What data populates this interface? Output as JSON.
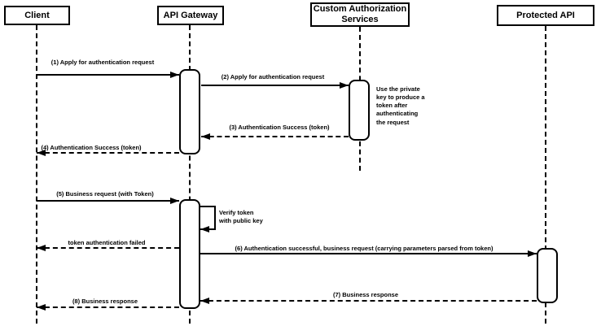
{
  "diagram": {
    "kind": "uml-sequence-diagram",
    "colors": {
      "stroke": "#000000",
      "fill": "#ffffff",
      "text": "#000000",
      "background": "#ffffff"
    },
    "actors": [
      {
        "id": "client",
        "label": "Client"
      },
      {
        "id": "api-gateway",
        "label": "API Gateway"
      },
      {
        "id": "custom-authorization-services",
        "label": "Custom Authorization Services"
      },
      {
        "id": "protected-api",
        "label": "Protected API"
      }
    ],
    "messages": [
      {
        "from": "Client",
        "to": "API Gateway",
        "line": "solid",
        "label": "(1) Apply for authentication request"
      },
      {
        "from": "API Gateway",
        "to": "Custom Authorization Services",
        "line": "solid",
        "label": "(2) Apply for authentication request"
      },
      {
        "from": "Custom Authorization Services",
        "to": "API Gateway",
        "line": "dashed",
        "label": "(3) Authentication Success (token)"
      },
      {
        "from": "API Gateway",
        "to": "Client",
        "line": "dashed",
        "label": "(4) Authentication Success (token)"
      },
      {
        "from": "Client",
        "to": "API Gateway",
        "line": "solid",
        "label": "(5) Business request (with Token)"
      },
      {
        "from": "API Gateway",
        "to": "API Gateway",
        "line": "self",
        "label": "Verify token\nwith public key"
      },
      {
        "from": "API Gateway",
        "to": "Client",
        "line": "dashed",
        "label": "token authentication failed"
      },
      {
        "from": "API Gateway",
        "to": "Protected API",
        "line": "solid",
        "label": "(6) Authentication successful, business request (carrying parameters parsed from token)"
      },
      {
        "from": "Protected API",
        "to": "API Gateway",
        "line": "dashed",
        "label": "(7) Business response"
      },
      {
        "from": "API Gateway",
        "to": "Client",
        "line": "dashed",
        "label": "(8) Business response"
      }
    ],
    "notes": [
      {
        "attached_to": "Custom Authorization Services",
        "text": "Use the private\nkey to produce a\ntoken after\nauthenticating\nthe request"
      }
    ]
  }
}
